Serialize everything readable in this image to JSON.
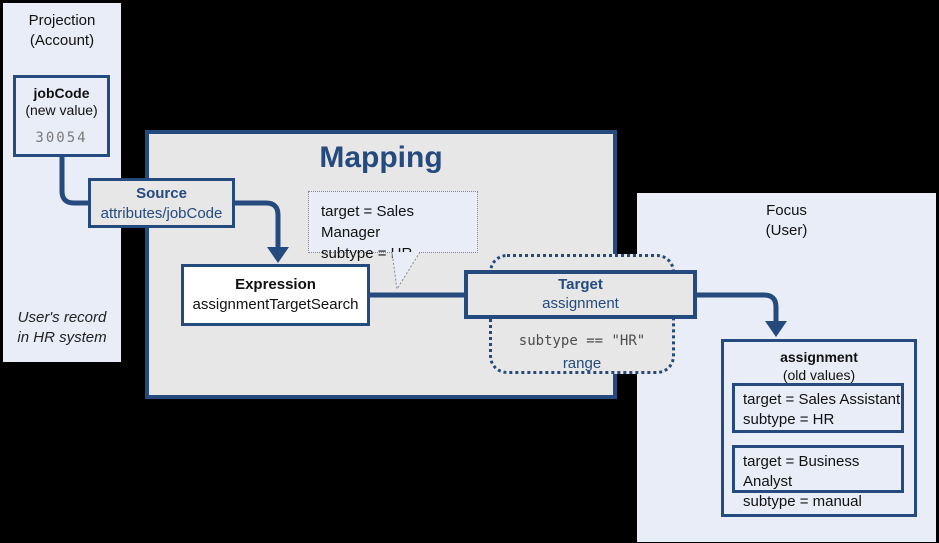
{
  "colors": {
    "accent": "#254a7e",
    "panel_blue": "#e9edf8",
    "box_gray": "#e7e7e7",
    "value_gray": "#7a7a7a",
    "condition_gray": "#4d4d4d",
    "background": "#000000"
  },
  "projection": {
    "title": "Projection\n(Account)",
    "jobcode": {
      "name": "jobCode",
      "sub": "(new value)",
      "value": "30054"
    },
    "footnote": "User's record\nin HR system"
  },
  "mapping": {
    "title": "Mapping",
    "source": {
      "title": "Source",
      "value": "attributes/jobCode"
    },
    "expression": {
      "title": "Expression",
      "value": "assignmentTargetSearch"
    },
    "bubble": "target = Sales Manager\nsubtype = HR"
  },
  "target": {
    "title": "Target",
    "value": "assignment"
  },
  "range": {
    "condition": "subtype == \"HR\"",
    "label": "range"
  },
  "focus": {
    "title": "Focus\n(User)",
    "assignment": {
      "title": "assignment",
      "sub": "(old values)",
      "values": [
        "target = Sales Assistant\nsubtype = HR",
        "target = Business Analyst\nsubtype = manual"
      ]
    }
  }
}
